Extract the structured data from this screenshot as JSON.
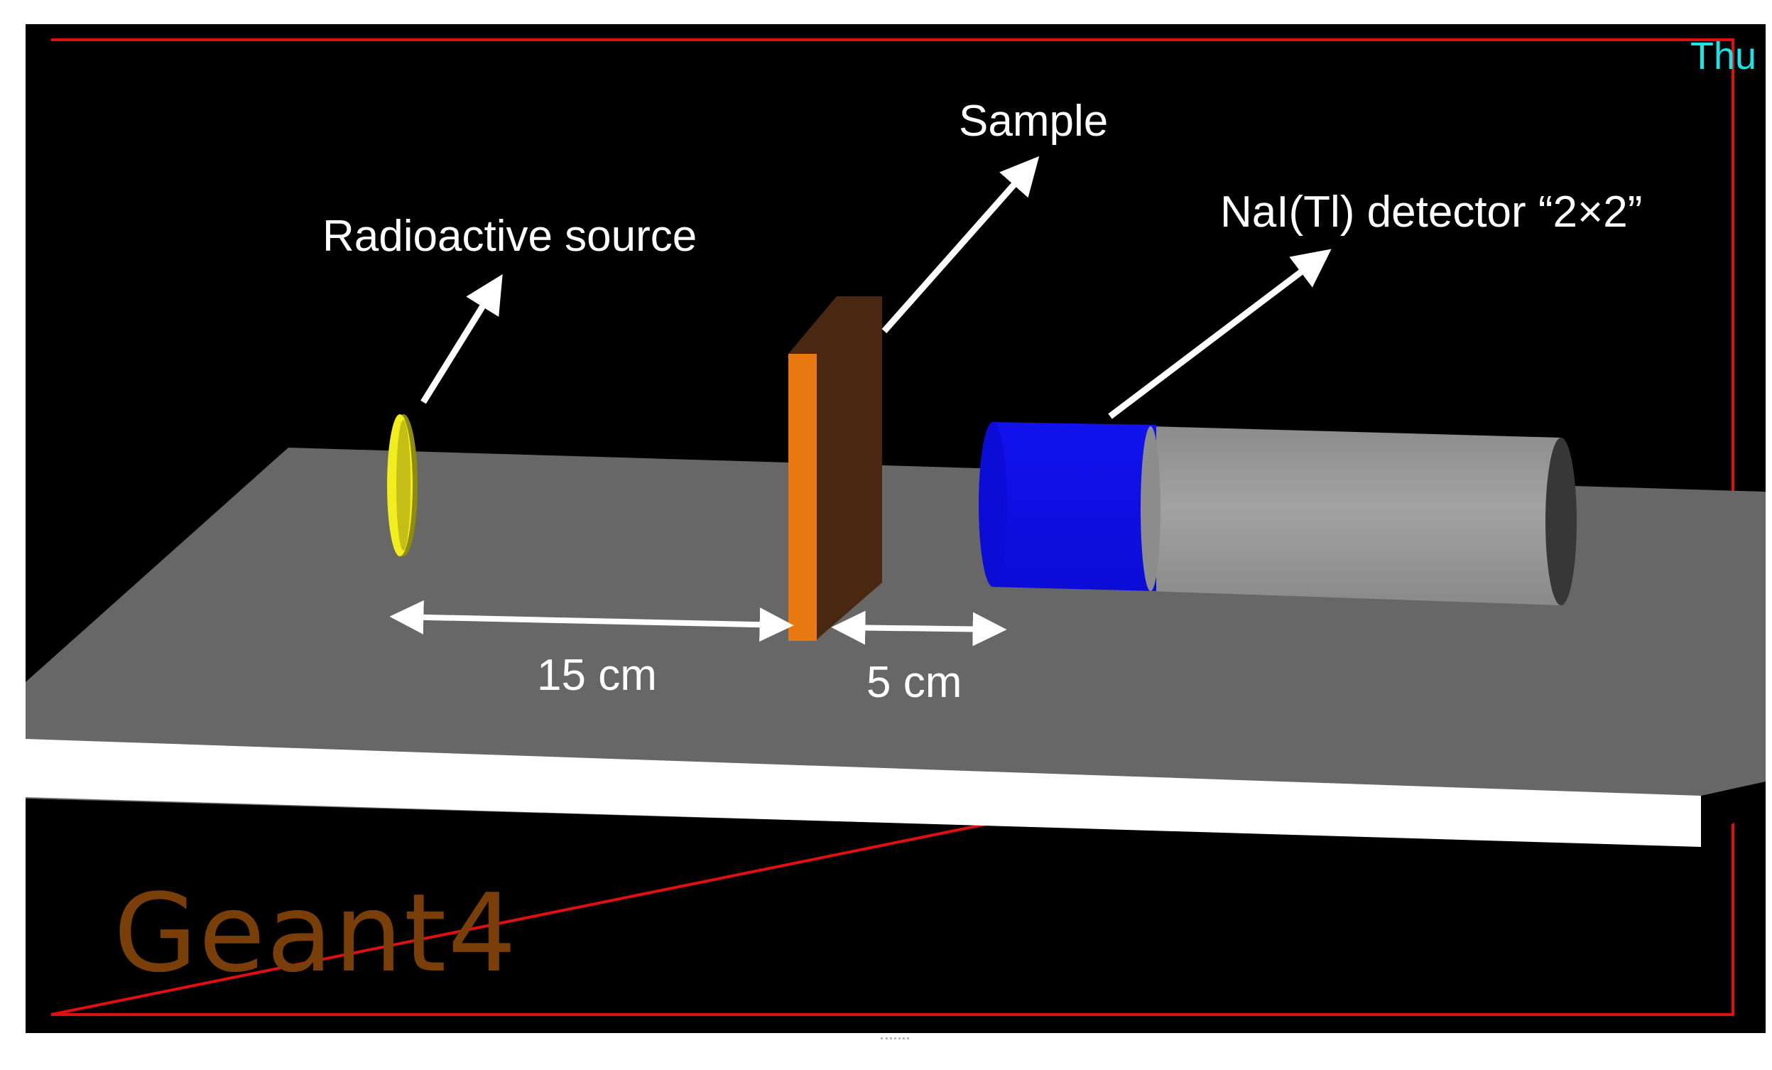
{
  "viewer": {
    "title_fragment": "Thu",
    "logo": "Geant4",
    "colors": {
      "background": "#000000",
      "frame": "#e01010",
      "table_top": "#676767",
      "table_side": "#ffffff",
      "source": "#f2ee1e",
      "sample_front": "#e87910",
      "sample_side": "#4a2710",
      "detector_crystal": "#1010f0",
      "detector_body": "#9a9a9a",
      "logo": "#7a3f08",
      "overlay_text": "#ffffff",
      "date_text": "#18e6e6"
    }
  },
  "labels": {
    "source": "Radioactive source",
    "sample": "Sample",
    "detector": "NaI(Tl) detector “2×2”",
    "dist_source_sample": "15 cm",
    "dist_sample_detector": "5 cm"
  }
}
